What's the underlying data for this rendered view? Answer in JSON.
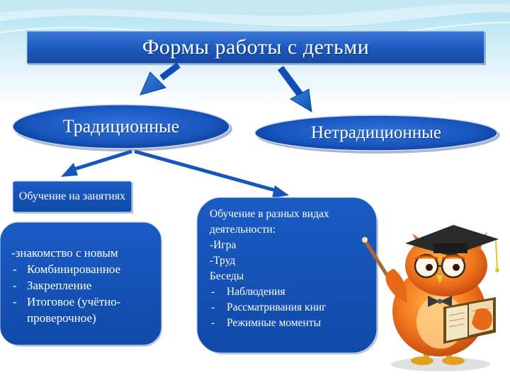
{
  "title": "Формы работы с детьми",
  "branches": {
    "traditional": "Традиционные",
    "nontraditional": "Нетрадиционные"
  },
  "classes_label": "Обучение на занятиях",
  "classes_box": {
    "intro": "-знакомство с новым",
    "items": [
      "Комбинированное",
      "Закрепление",
      "Итоговое (учётно-проверочное)"
    ]
  },
  "activities_box": {
    "heading": "Обучение в разных видах деятельности:",
    "lines": [
      "-Игра",
      "-Труд",
      "Беседы"
    ],
    "items": [
      "Наблюдения",
      "Рассматривания книг",
      "Режимные моменты"
    ]
  },
  "colors": {
    "primary": "#1560c0",
    "dark": "#0a3d8f",
    "light": "#4a90e0",
    "bg_top": "#bfe6f3"
  },
  "decor": {
    "mascot": "owl-professor-icon"
  }
}
